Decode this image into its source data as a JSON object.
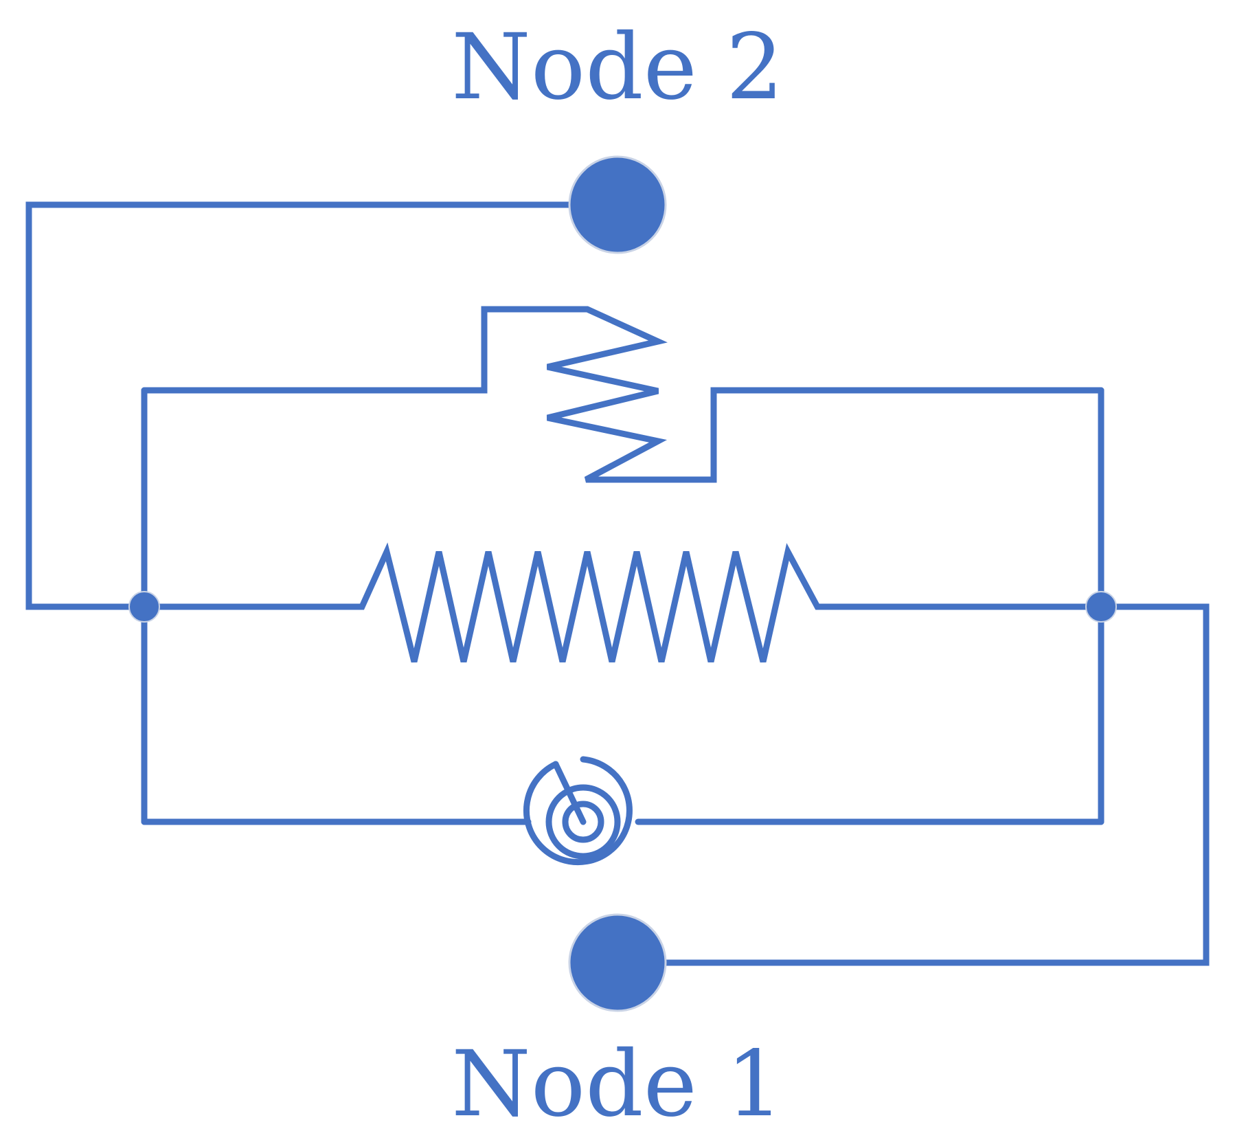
{
  "labels": {
    "top_node": "Node 2",
    "bottom_node": "Node 1"
  },
  "colors": {
    "wire": "#4472C4",
    "terminal": "#4472C4",
    "terminal_outline": "#C9D3E6",
    "background": "#FFFFFF"
  },
  "components": [
    {
      "kind": "terminal",
      "name": "node-2-terminal"
    },
    {
      "kind": "terminal",
      "name": "node-1-terminal"
    },
    {
      "kind": "resistor",
      "name": "small-zigzag-resistor"
    },
    {
      "kind": "resistor",
      "name": "large-zigzag-resistor"
    },
    {
      "kind": "spiral",
      "name": "spiral-coil"
    }
  ]
}
